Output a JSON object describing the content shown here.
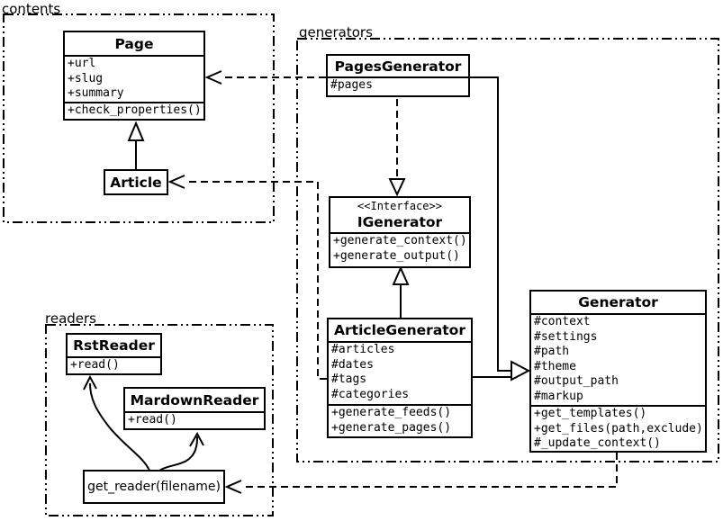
{
  "packages": {
    "contents": {
      "label": "contents"
    },
    "generators": {
      "label": "generators"
    },
    "readers": {
      "label": "readers"
    }
  },
  "classes": {
    "page": {
      "title": "Page",
      "attributes": [
        "+url",
        "+slug",
        "+summary"
      ],
      "methods": [
        "+check_properties()"
      ]
    },
    "article": {
      "title": "Article"
    },
    "pages_generator": {
      "title": "PagesGenerator",
      "attributes": [
        "#pages"
      ]
    },
    "igenerator": {
      "stereotype": "<<Interface>>",
      "title": "IGenerator",
      "methods": [
        "+generate_context()",
        "+generate_output()"
      ]
    },
    "article_generator": {
      "title": "ArticleGenerator",
      "attributes": [
        "#articles",
        "#dates",
        "#tags",
        "#categories"
      ],
      "methods": [
        "+generate_feeds()",
        "+generate_pages()"
      ]
    },
    "generator": {
      "title": "Generator",
      "attributes": [
        "#context",
        "#settings",
        "#path",
        "#theme",
        "#output_path",
        "#markup"
      ],
      "methods": [
        "+get_templates()",
        "+get_files(path,exclude)",
        "#_update_context()"
      ]
    },
    "rst_reader": {
      "title": "RstReader",
      "methods": [
        "+read()"
      ]
    },
    "markdown_reader": {
      "title": "MardownReader",
      "methods": [
        "+read()"
      ]
    },
    "get_reader": {
      "label": "get_reader(filename)"
    }
  },
  "colors": {
    "background": "#ffffff",
    "line": "#000000"
  }
}
